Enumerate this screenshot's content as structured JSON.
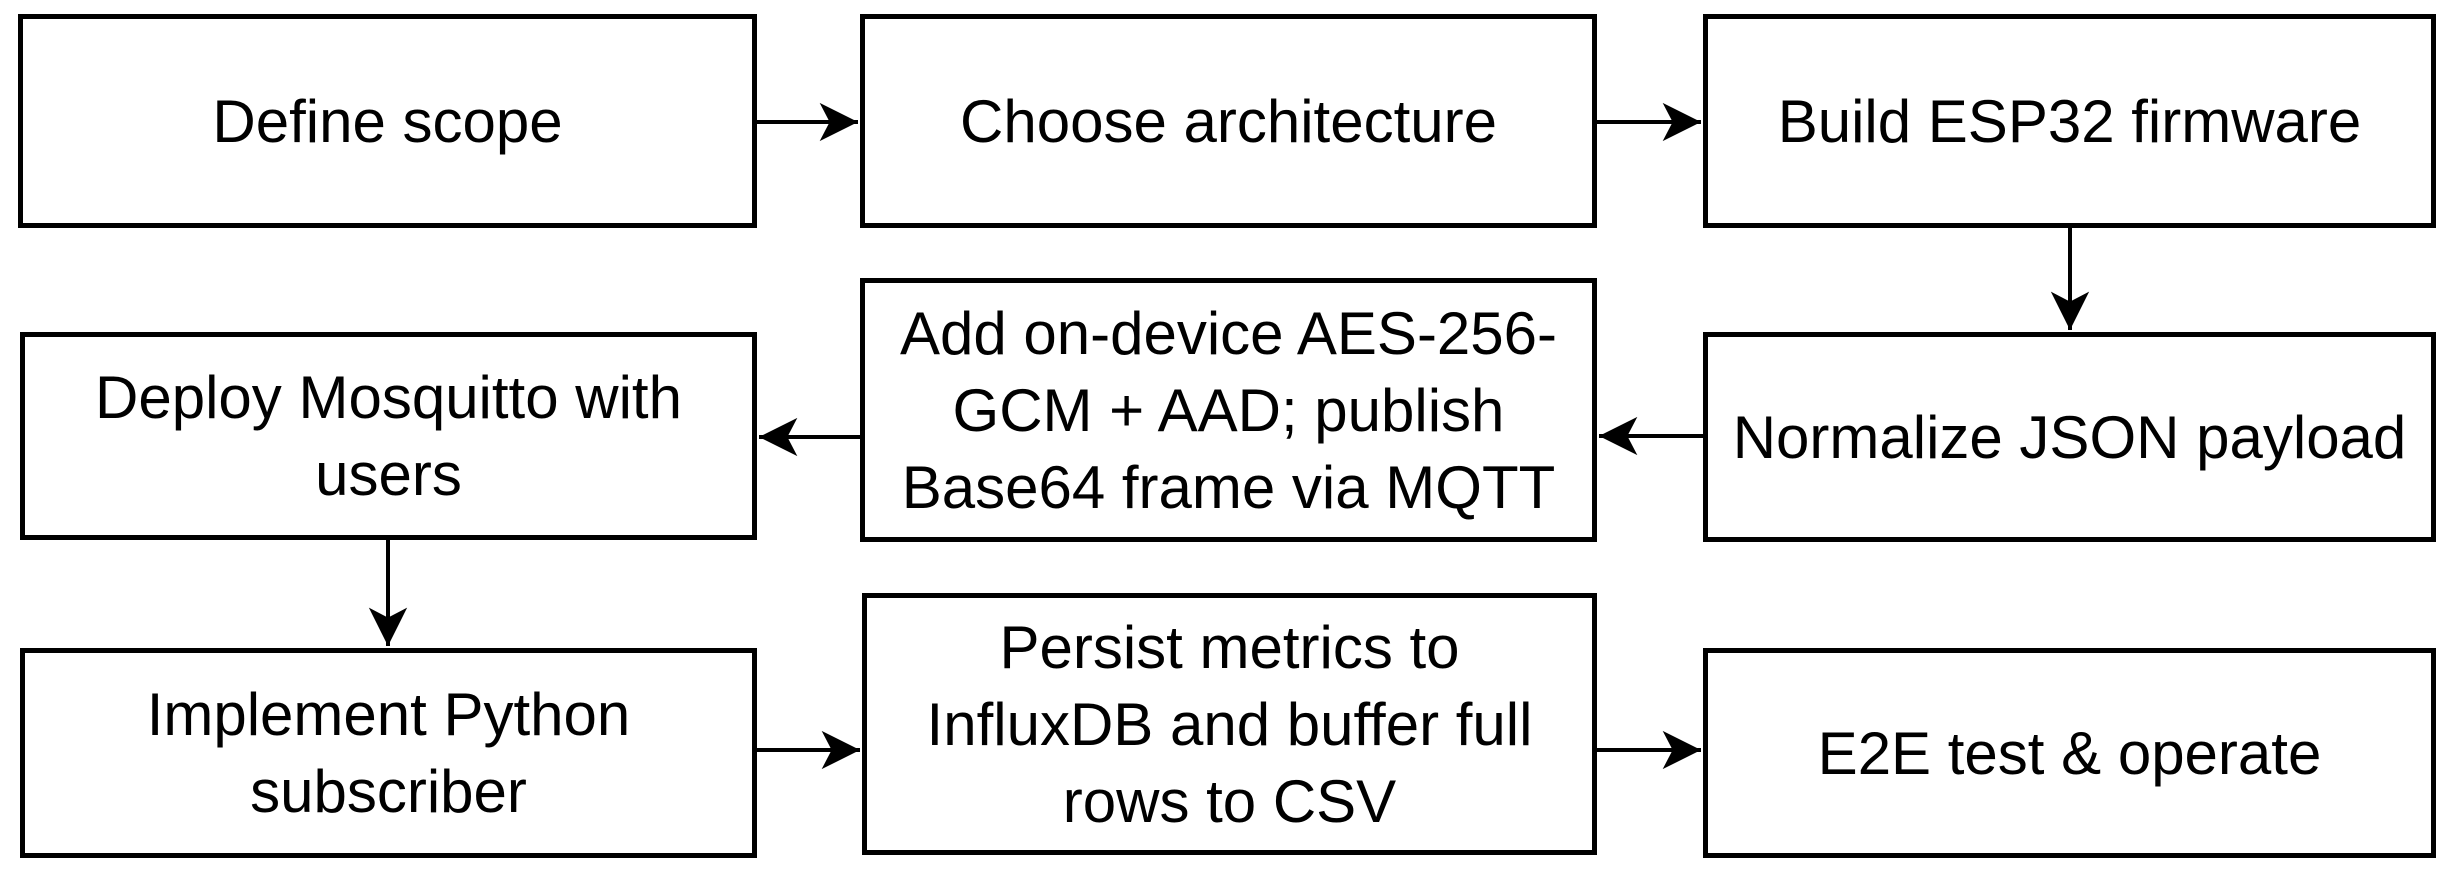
{
  "diagram": {
    "background_color": "#ffffff",
    "box_fill_color": "#ffffff",
    "box_border_color": "#000000",
    "text_color": "#000000",
    "arrow_color": "#000000",
    "nodes": [
      {
        "id": "define-scope",
        "label": "Define scope"
      },
      {
        "id": "choose-architecture",
        "label": "Choose architecture"
      },
      {
        "id": "build-esp32-firmware",
        "label": "Build ESP32 firmware"
      },
      {
        "id": "deploy-mosquitto-users",
        "label": [
          "Deploy Mosquitto with",
          "users"
        ]
      },
      {
        "id": "add-encryption-publish",
        "label": [
          "Add on-device AES-256-",
          "GCM + AAD; publish",
          "Base64 frame via MQTT"
        ]
      },
      {
        "id": "normalize-json-payload",
        "label": "Normalize JSON payload"
      },
      {
        "id": "implement-python-subscriber",
        "label": [
          "Implement Python",
          "subscriber"
        ]
      },
      {
        "id": "persist-metrics-csv",
        "label": [
          "Persist metrics to",
          "InfluxDB and buffer full",
          "rows to CSV"
        ]
      },
      {
        "id": "e2e-test-operate",
        "label": "E2E test & operate"
      }
    ],
    "edges": [
      {
        "from": "define-scope",
        "to": "choose-architecture",
        "direction": "right"
      },
      {
        "from": "choose-architecture",
        "to": "build-esp32-firmware",
        "direction": "right"
      },
      {
        "from": "build-esp32-firmware",
        "to": "normalize-json-payload",
        "direction": "down"
      },
      {
        "from": "normalize-json-payload",
        "to": "add-encryption-publish",
        "direction": "left"
      },
      {
        "from": "add-encryption-publish",
        "to": "deploy-mosquitto-users",
        "direction": "left"
      },
      {
        "from": "deploy-mosquitto-users",
        "to": "implement-python-subscriber",
        "direction": "down"
      },
      {
        "from": "implement-python-subscriber",
        "to": "persist-metrics-csv",
        "direction": "right"
      },
      {
        "from": "persist-metrics-csv",
        "to": "e2e-test-operate",
        "direction": "right"
      }
    ]
  }
}
